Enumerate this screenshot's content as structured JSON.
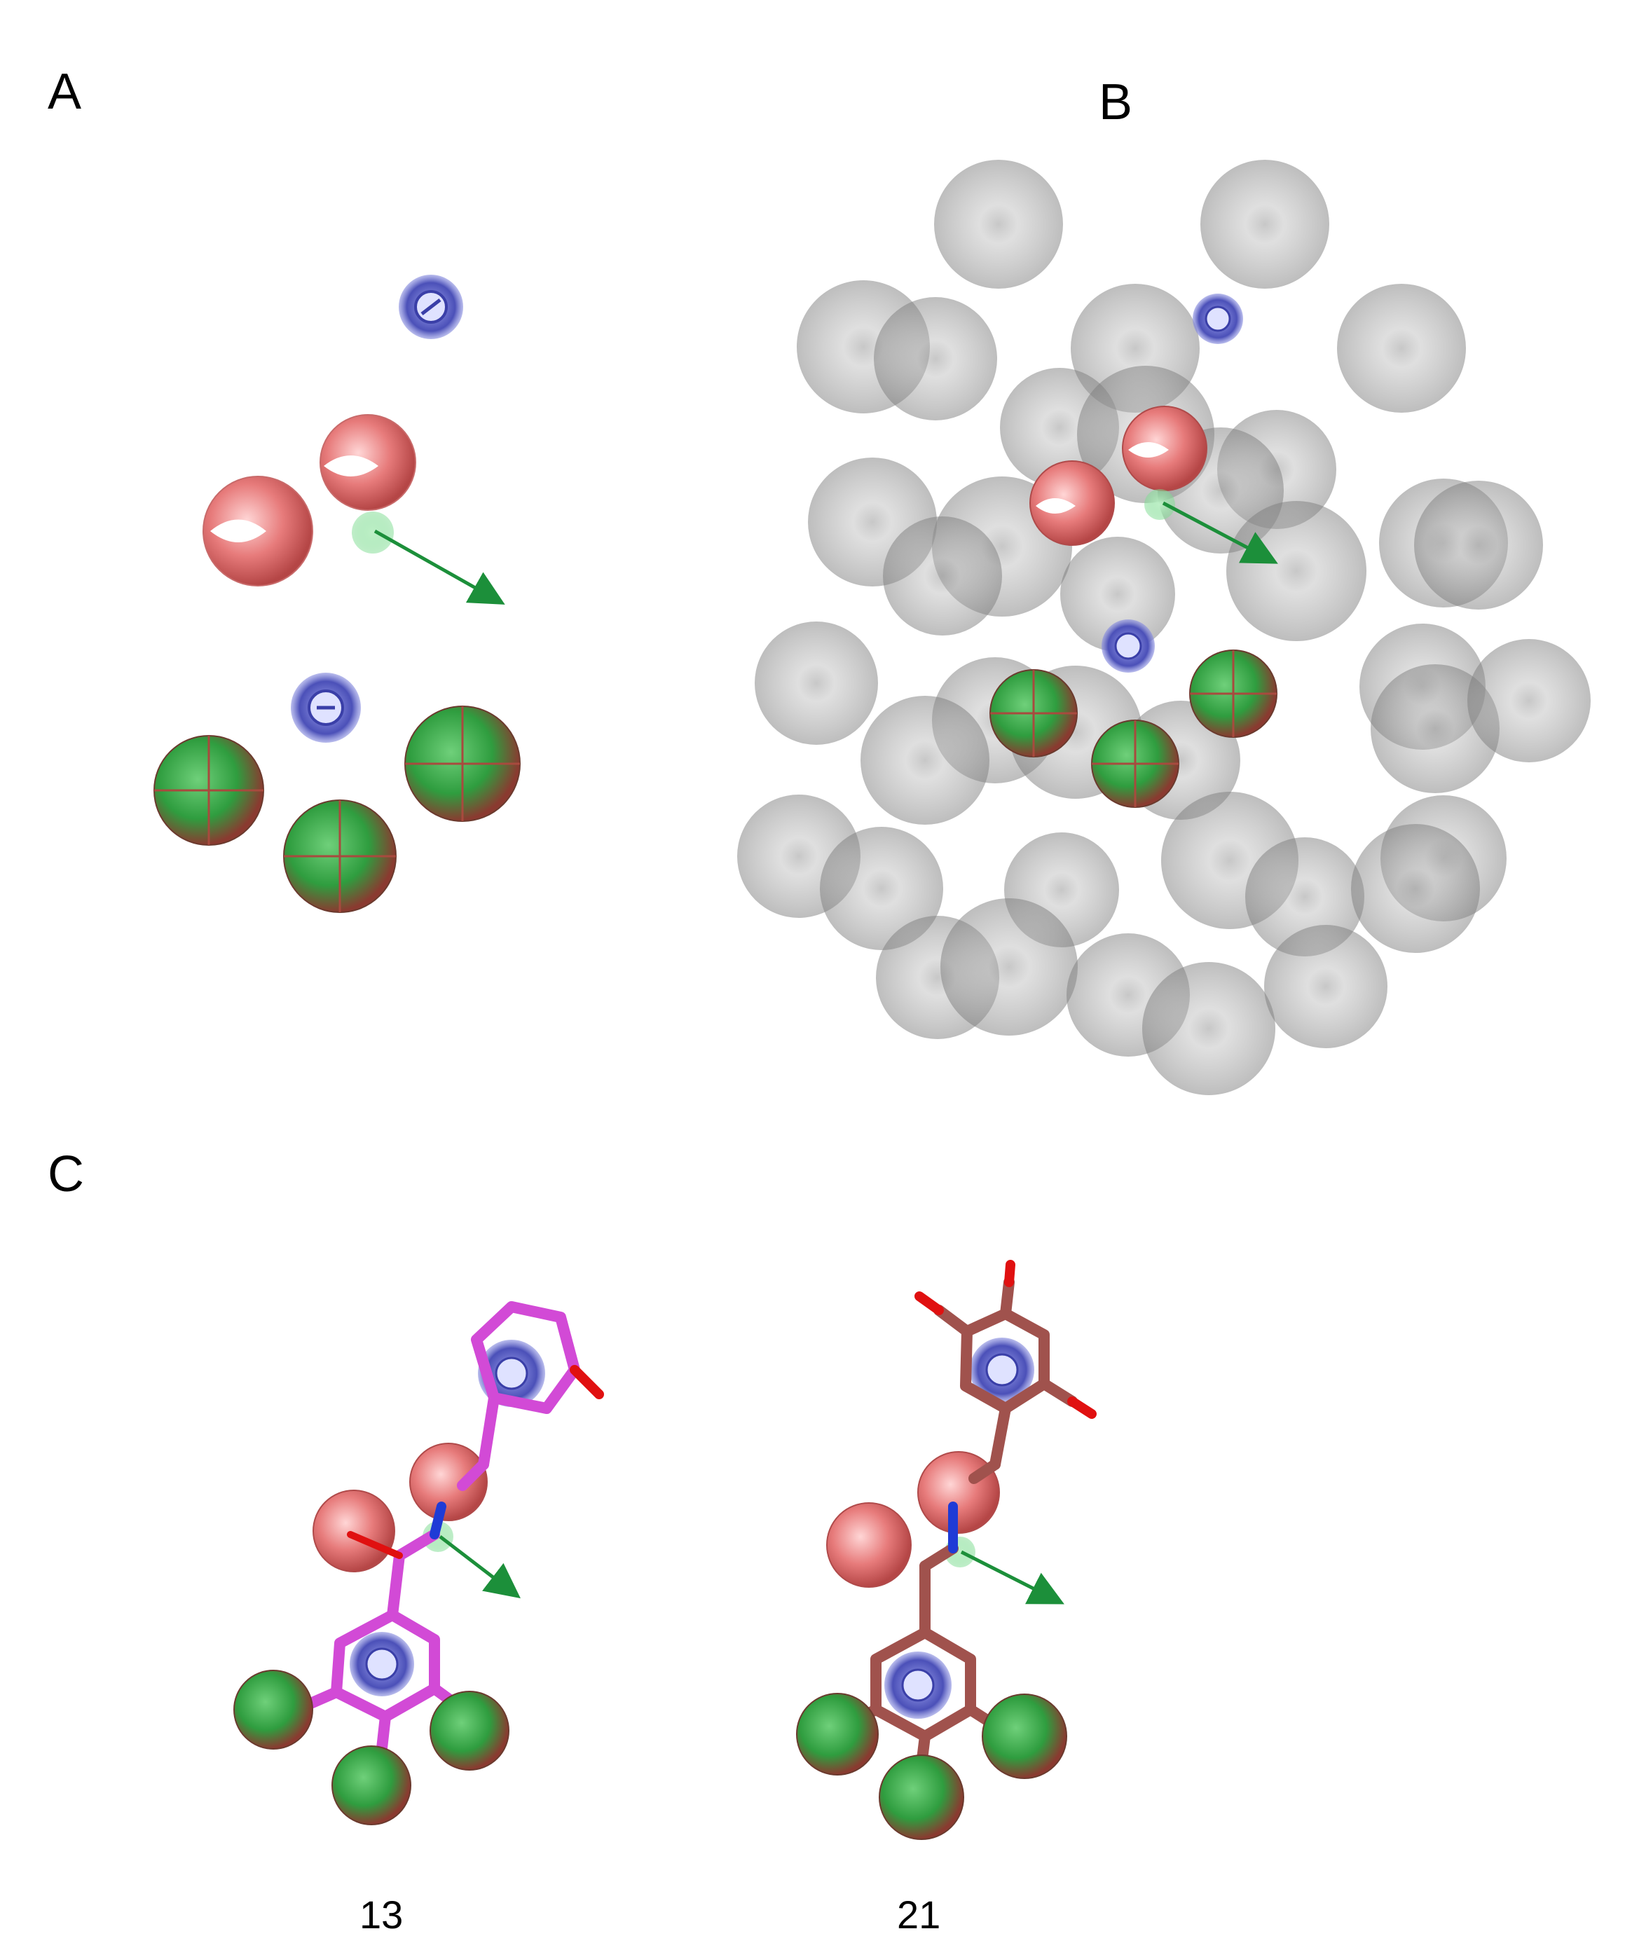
{
  "panels": {
    "a": {
      "label": "A"
    },
    "b": {
      "label": "B"
    },
    "c": {
      "label": "C"
    }
  },
  "compounds": {
    "left": {
      "label": "13"
    },
    "right": {
      "label": "21"
    }
  },
  "colors": {
    "aromatic": "#5b5fc7",
    "acceptor": "#e06666",
    "donor": "#2ea043",
    "hydrophobic": "#3cb043",
    "excluded": "#8c8c8c",
    "ligand_13": "#d24ad6",
    "ligand_21": "#a0524d",
    "nitrogen": "#1f3bd6",
    "oxygen": "#e01010"
  }
}
